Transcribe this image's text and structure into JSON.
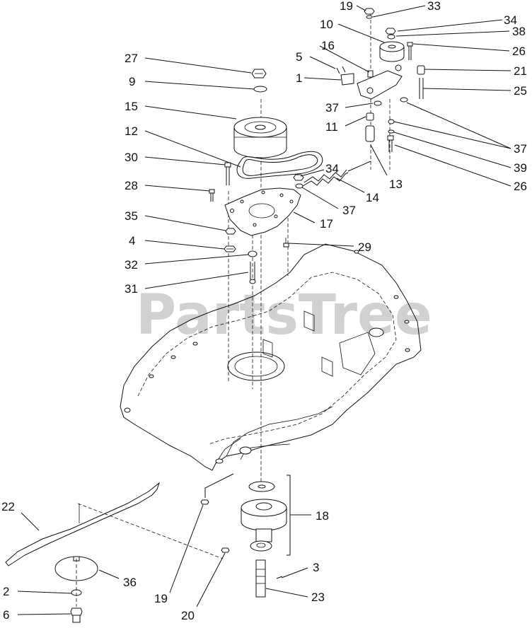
{
  "watermark": "PartsTree",
  "callouts": [
    "19",
    "33",
    "34",
    "10",
    "38",
    "26",
    "5",
    "16",
    "21",
    "1",
    "25",
    "27",
    "9",
    "37",
    "37",
    "15",
    "11",
    "12",
    "34",
    "39",
    "13",
    "30",
    "26",
    "28",
    "14",
    "37",
    "17",
    "35",
    "29",
    "4",
    "32",
    "31",
    "18",
    "22",
    "3",
    "36",
    "2",
    "23",
    "19",
    "20",
    "6"
  ],
  "parts": [
    "blade",
    "deck",
    "spindle-housing",
    "spindle-pulley",
    "drive-belt",
    "idler-pulley",
    "idler-arm",
    "belt-cover-plate",
    "extension-spring",
    "blade-spindle-shaft",
    "anti-scalp-plate"
  ]
}
